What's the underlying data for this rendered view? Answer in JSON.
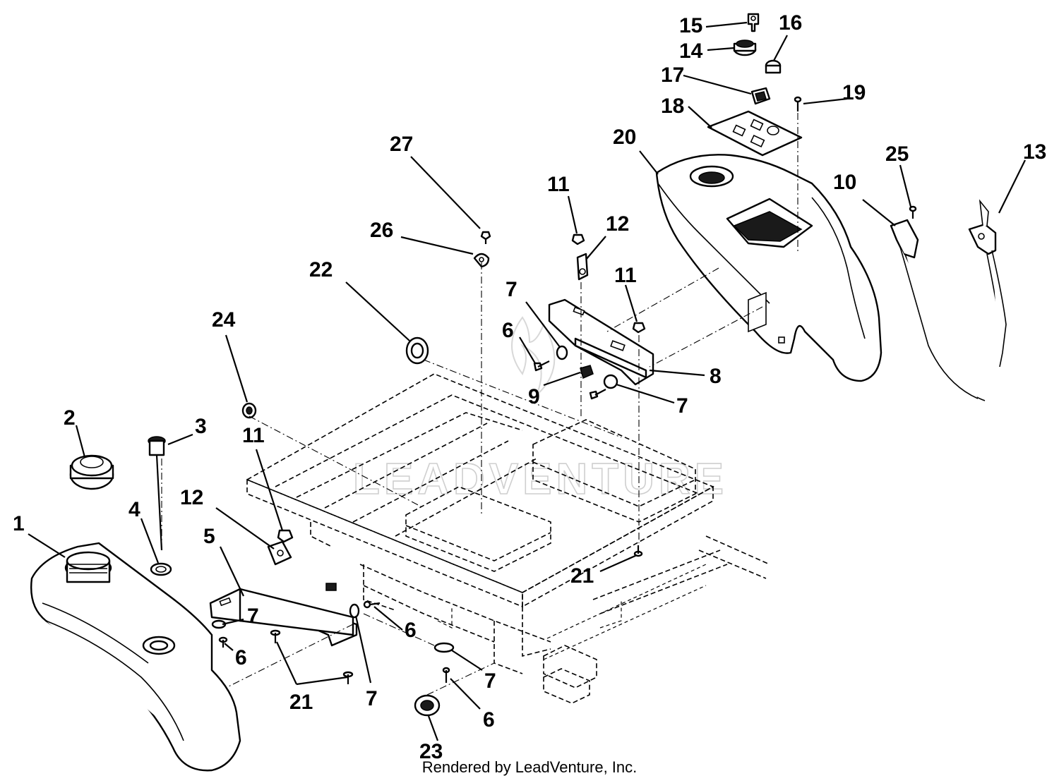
{
  "watermark": "LEADVENTURE",
  "footer": "Rendered by LeadVenture, Inc.",
  "callouts": {
    "c1": "1",
    "c2": "2",
    "c3": "3",
    "c4": "4",
    "c5": "5",
    "c6a": "6",
    "c6b": "6",
    "c6c": "6",
    "c6d": "6",
    "c7a": "7",
    "c7b": "7",
    "c7c": "7",
    "c7d": "7",
    "c7e": "7",
    "c8": "8",
    "c9": "9",
    "c10": "10",
    "c11a": "11",
    "c11b": "11",
    "c11c": "11",
    "c12a": "12",
    "c12b": "12",
    "c13": "13",
    "c14": "14",
    "c15": "15",
    "c16": "16",
    "c17": "17",
    "c18": "18",
    "c19": "19",
    "c20": "20",
    "c21a": "21",
    "c21b": "21",
    "c22": "22",
    "c23": "23",
    "c24": "24",
    "c25": "25",
    "c26": "26",
    "c27": "27"
  },
  "colors": {
    "line": "#000000",
    "background": "#ffffff",
    "watermark": "#cfcfcf"
  }
}
